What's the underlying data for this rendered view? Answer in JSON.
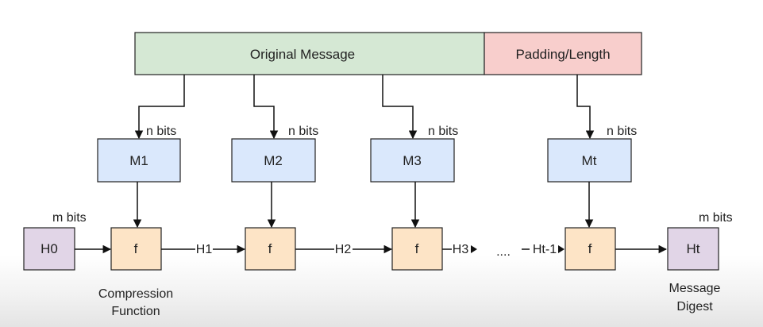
{
  "message": {
    "original": "Original Message",
    "padding": "Padding/Length"
  },
  "blocks": [
    "M1",
    "M2",
    "M3",
    "Mt"
  ],
  "block_size_label": "n bits",
  "functions": [
    "f",
    "f",
    "f",
    "f"
  ],
  "initial": {
    "label": "H0",
    "size_label": "m bits"
  },
  "chain_labels": [
    "H1",
    "H2",
    "H3",
    "Ht-1"
  ],
  "ellipsis": "....",
  "output": {
    "label": "Ht",
    "size_label": "m bits",
    "caption_line1": "Message",
    "caption_line2": "Digest"
  },
  "compression_caption": {
    "line1": "Compression",
    "line2": "Function"
  },
  "colors": {
    "original_fill": "#d5e8d4",
    "padding_fill": "#f8cecc",
    "block_fill": "#dae8fc",
    "function_fill": "#fde4c6",
    "hash_fill": "#e1d5e7",
    "stroke": "#222222"
  }
}
